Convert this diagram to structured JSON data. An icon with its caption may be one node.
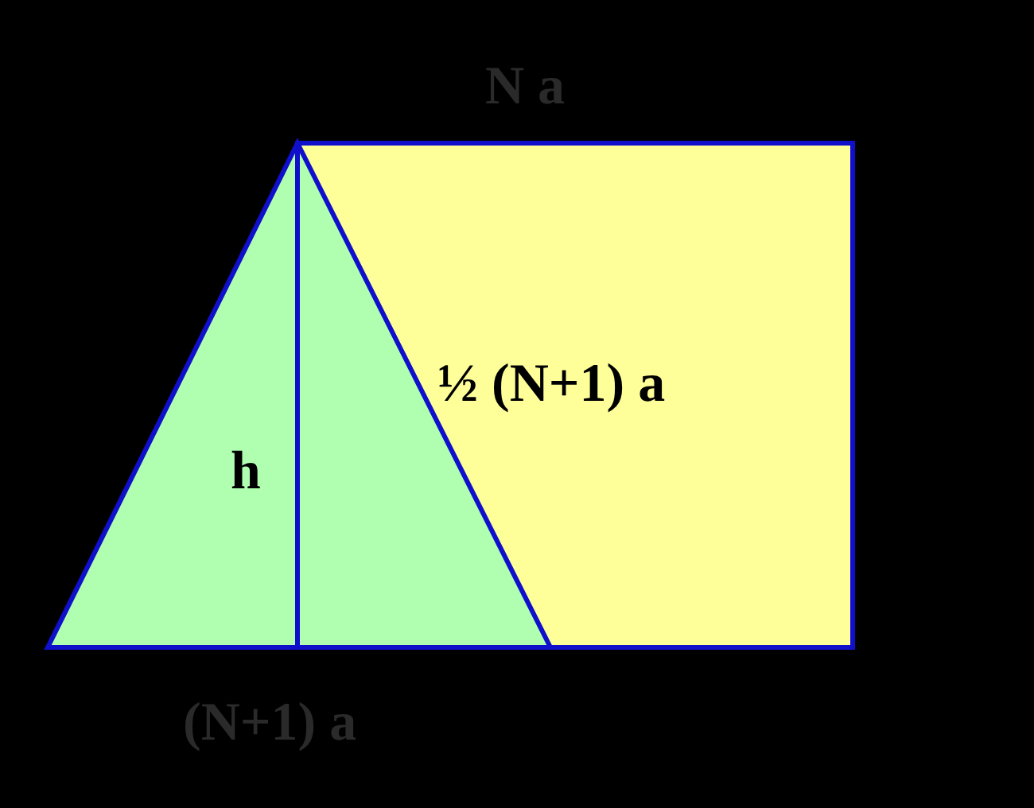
{
  "diagram": {
    "labels": [
      "N a",
      "½ (N+1) a",
      "h",
      "(N+1) a"
    ]
  }
}
